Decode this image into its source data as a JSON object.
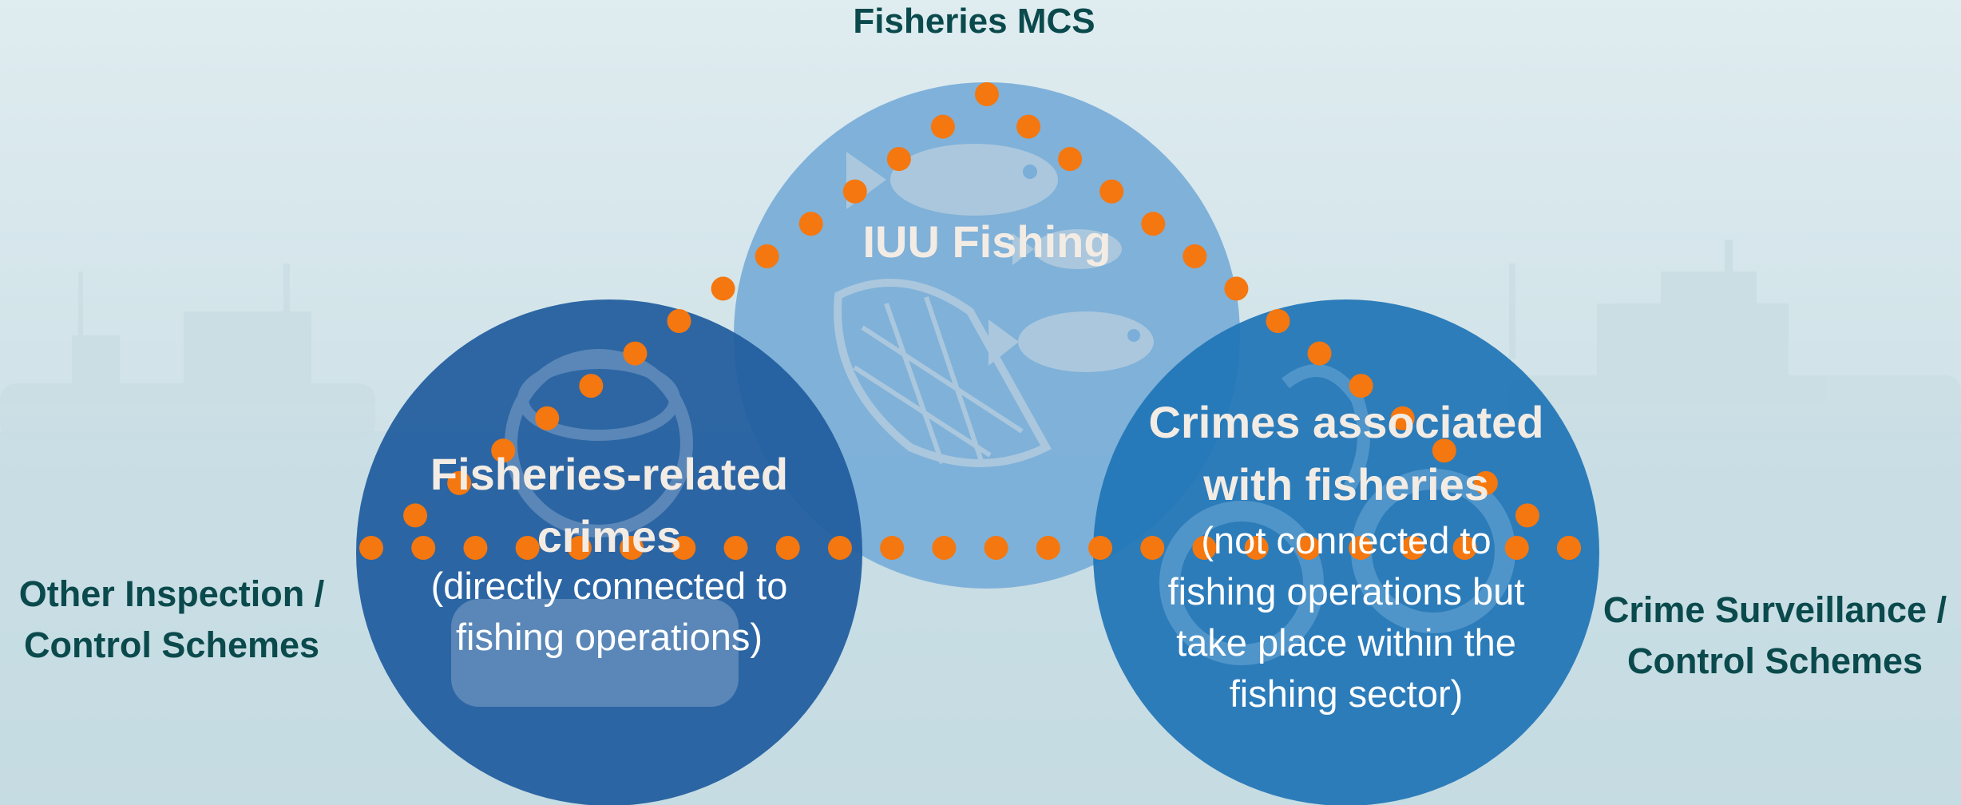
{
  "title": "Fisheries MCS",
  "left_outer_label": {
    "line1": "Other Inspection /",
    "line2": "Control Schemes"
  },
  "right_outer_label": {
    "line1": "Crime Surveillance /",
    "line2": "Control Schemes"
  },
  "circles": {
    "top": {
      "title": "IUU Fishing",
      "icon": "fish-net-icon"
    },
    "left": {
      "title_line1": "Fisheries-related",
      "title_line2": "crimes",
      "desc_line1": "(directly connected to",
      "desc_line2": "fishing operations)",
      "icon": "fisherman-icon"
    },
    "right": {
      "title_line1": "Crimes associated",
      "title_line2": "with fisheries",
      "desc_line1": "(not connected to",
      "desc_line2": "fishing operations but",
      "desc_line3": "take place within the",
      "desc_line4": "fishing sector)",
      "icon": "handcuffs-icon"
    }
  },
  "colors": {
    "background": "#d6e7ec",
    "circle_top": "#7aaed8",
    "circle_left": "#225d9e",
    "circle_right": "#2276b7",
    "dots": "#f5770f",
    "title_text": "#0b4a4c"
  }
}
